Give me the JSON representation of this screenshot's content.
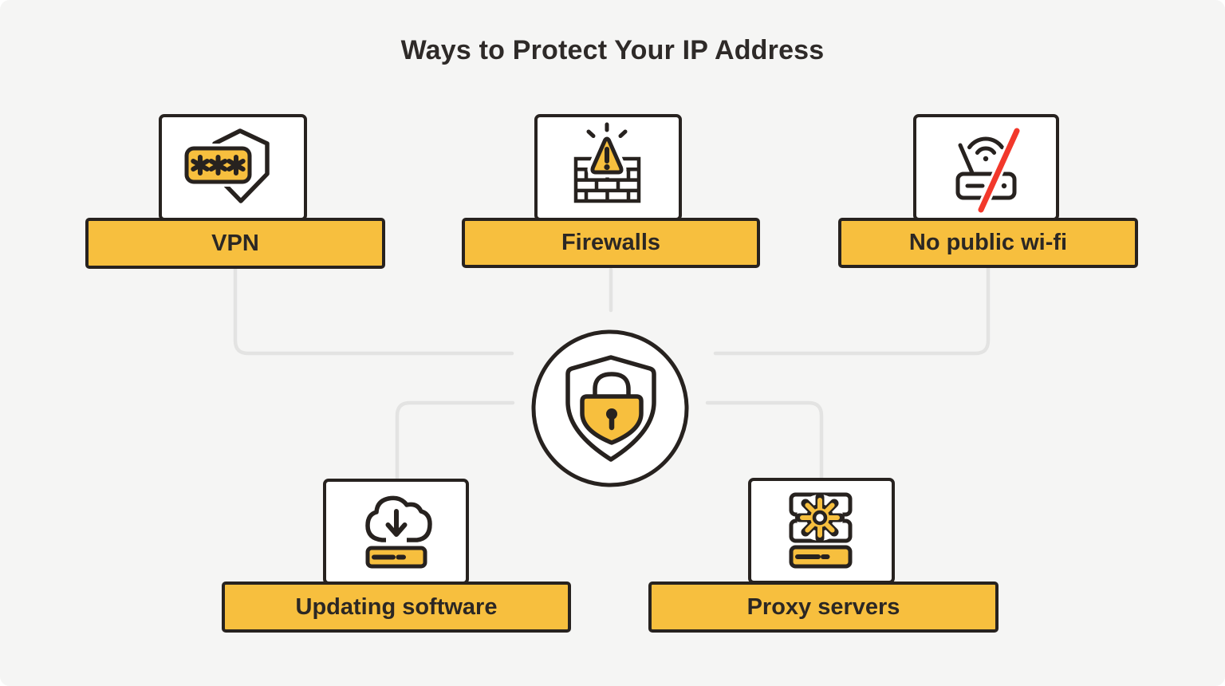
{
  "title": "Ways to Protect Your IP Address",
  "center": {
    "icon": "shield-lock-icon"
  },
  "methods": [
    {
      "label": "VPN",
      "icon": "password-shield-icon"
    },
    {
      "label": "Firewalls",
      "icon": "firewall-warning-icon"
    },
    {
      "label": "No public wi-fi",
      "icon": "no-public-wifi-router-icon"
    },
    {
      "label": "Updating software",
      "icon": "cloud-download-update-icon"
    },
    {
      "label": "Proxy servers",
      "icon": "proxy-server-gear-icon"
    }
  ],
  "colors": {
    "background": "#F5F5F4",
    "card_fill": "#FFFFFF",
    "accent_yellow": "#F7BF3E",
    "outline_dark": "#27221F",
    "label_text": "#2B2724",
    "title_text": "#2E2A28",
    "connector_gray": "#E3E3E2",
    "alert_red": "#F2382B"
  }
}
